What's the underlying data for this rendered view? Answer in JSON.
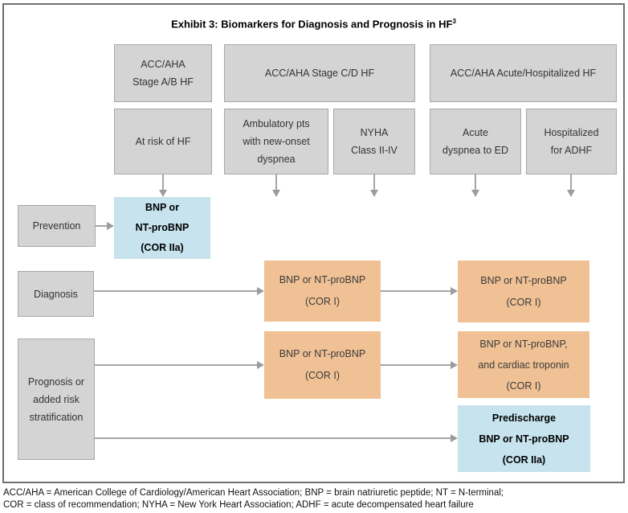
{
  "title": {
    "text": "Exhibit 3: Biomarkers for Diagnosis and Prognosis in HF",
    "superscript": "3"
  },
  "stage_row": [
    {
      "lines": [
        "ACC/AHA",
        "Stage A/B HF"
      ]
    },
    {
      "lines": [
        "ACC/AHA Stage C/D HF"
      ]
    },
    {
      "lines": [
        "ACC/AHA Acute/Hospitalized HF"
      ]
    }
  ],
  "population_row": [
    {
      "lines": [
        "At risk of HF"
      ]
    },
    {
      "lines": [
        "Ambulatory pts",
        "with new-onset",
        "dyspnea"
      ]
    },
    {
      "lines": [
        "NYHA",
        "Class II-IV"
      ]
    },
    {
      "lines": [
        "Acute",
        "dyspnea to ED"
      ]
    },
    {
      "lines": [
        "Hospitalized",
        "for ADHF"
      ]
    }
  ],
  "category_column": [
    {
      "lines": [
        "Prevention"
      ]
    },
    {
      "lines": [
        "Diagnosis"
      ]
    },
    {
      "lines": [
        "Prognosis or",
        "added risk",
        "stratification"
      ]
    }
  ],
  "recommendation_boxes": {
    "prevention_bnp": {
      "lines": [
        "BNP or",
        "NT-proBNP",
        "(COR IIa)"
      ],
      "style": "blue"
    },
    "diagnosis_mid": {
      "lines": [
        "BNP or NT-proBNP",
        "(COR I)"
      ],
      "style": "orange"
    },
    "diagnosis_right": {
      "lines": [
        "BNP or NT-proBNP",
        "(COR I)"
      ],
      "style": "orange"
    },
    "prognosis_mid": {
      "lines": [
        "BNP or NT-proBNP",
        "(COR I)"
      ],
      "style": "orange"
    },
    "prognosis_right": {
      "lines": [
        "BNP or NT-proBNP,",
        "and cardiac troponin",
        "(COR I)"
      ],
      "style": "orange"
    },
    "predischarge": {
      "lines": [
        "Predischarge",
        "BNP or NT-proBNP",
        "(COR IIa)"
      ],
      "style": "blue"
    }
  },
  "footnotes": [
    "ACC/AHA = American College of Cardiology/American Heart Association; BNP = brain natriuretic peptide; NT = N-terminal;",
    "COR = class of recommendation; NYHA = New York Heart Association; ADHF = acute decompensated heart failure"
  ],
  "colors": {
    "gray_box": "#d4d4d4",
    "gray_box_border": "#a8a8a8",
    "blue_box": "#c6e3ee",
    "orange_box": "#f0c194",
    "arrow": "#9c9c9c",
    "frame_border": "#6f6f6f"
  }
}
